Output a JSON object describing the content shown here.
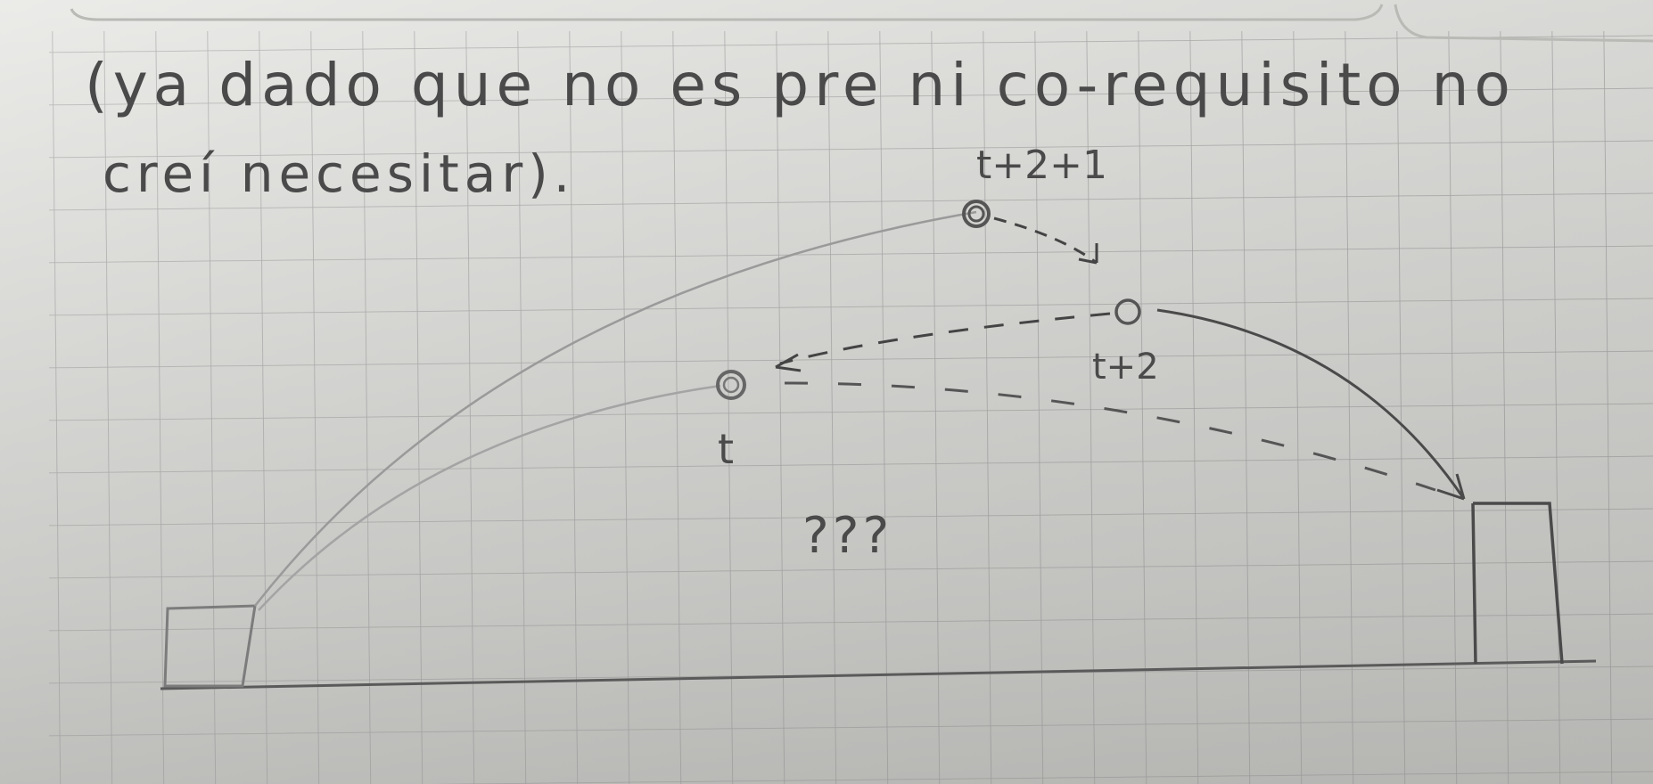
{
  "note": {
    "line1": "(ya dado que no es pre ni co-requisito no",
    "line2": "creí necesitar).",
    "label_t": "t",
    "label_t2": "t+2",
    "label_t21": "t+2+1",
    "question": "???"
  },
  "colors": {
    "paper": "#e2e2df",
    "grid": "#a9aaa8",
    "pencil": "#4a4a4a",
    "pencil_light": "#8a8a8a"
  }
}
